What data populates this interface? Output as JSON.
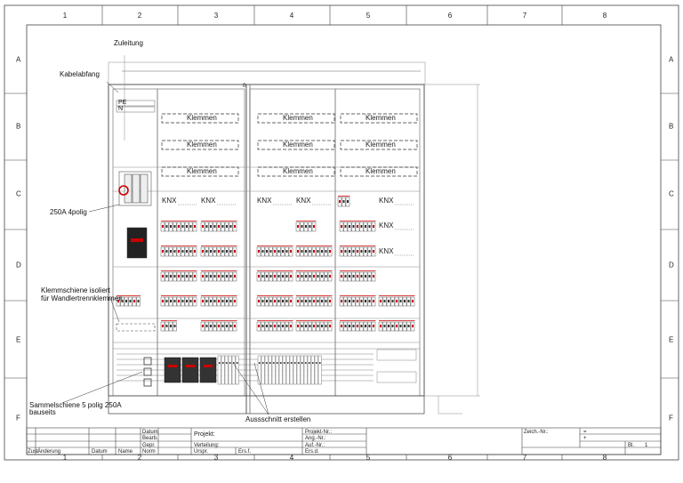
{
  "drawing": {
    "columns": [
      "1",
      "2",
      "3",
      "4",
      "5",
      "6",
      "7",
      "8"
    ],
    "rows": [
      "A",
      "B",
      "C",
      "D",
      "E",
      "F"
    ],
    "labels": {
      "zuleitung": "Zuleitung",
      "kabelabfang": "Kabelabfang",
      "pe": "PE",
      "n": "N",
      "switch": "250A 4polig",
      "klemmschiene_1": "Klemmschiene isoliert",
      "klemmschiene_2": "für Wandlertrennklemmen",
      "sammelschiene_1": "Sammelschiene 5 polig 250A",
      "sammelschiene_2": "bauseits",
      "ausschnitt": "Aussschnitt erstellen",
      "zero": "0"
    },
    "klemmen": "Klemmen",
    "knx": "KNX"
  },
  "titleblock": {
    "datum": "Datum",
    "bearb": "Bearb.",
    "gepr": "Gepr.",
    "norm": "Norm",
    "zust": "Zust.",
    "aenderung": "Änderung",
    "datum2": "Datum",
    "name": "Name",
    "projekt": "Projekt:",
    "verteilung": "Verteilung:",
    "urspr": "Urspr.",
    "ers_f": "Ers.f.",
    "ers_d": "Ers.d.",
    "projekt_nr": "Projekt-Nr.:",
    "ang_nr": "Ang.-Nr.:",
    "auf_nr": "Auf.-Nr.:",
    "zeich_nr": "Zeich.-Nr.:",
    "eq": "=",
    "plus": "+",
    "bl": "Bl.",
    "bl_val": "1"
  }
}
